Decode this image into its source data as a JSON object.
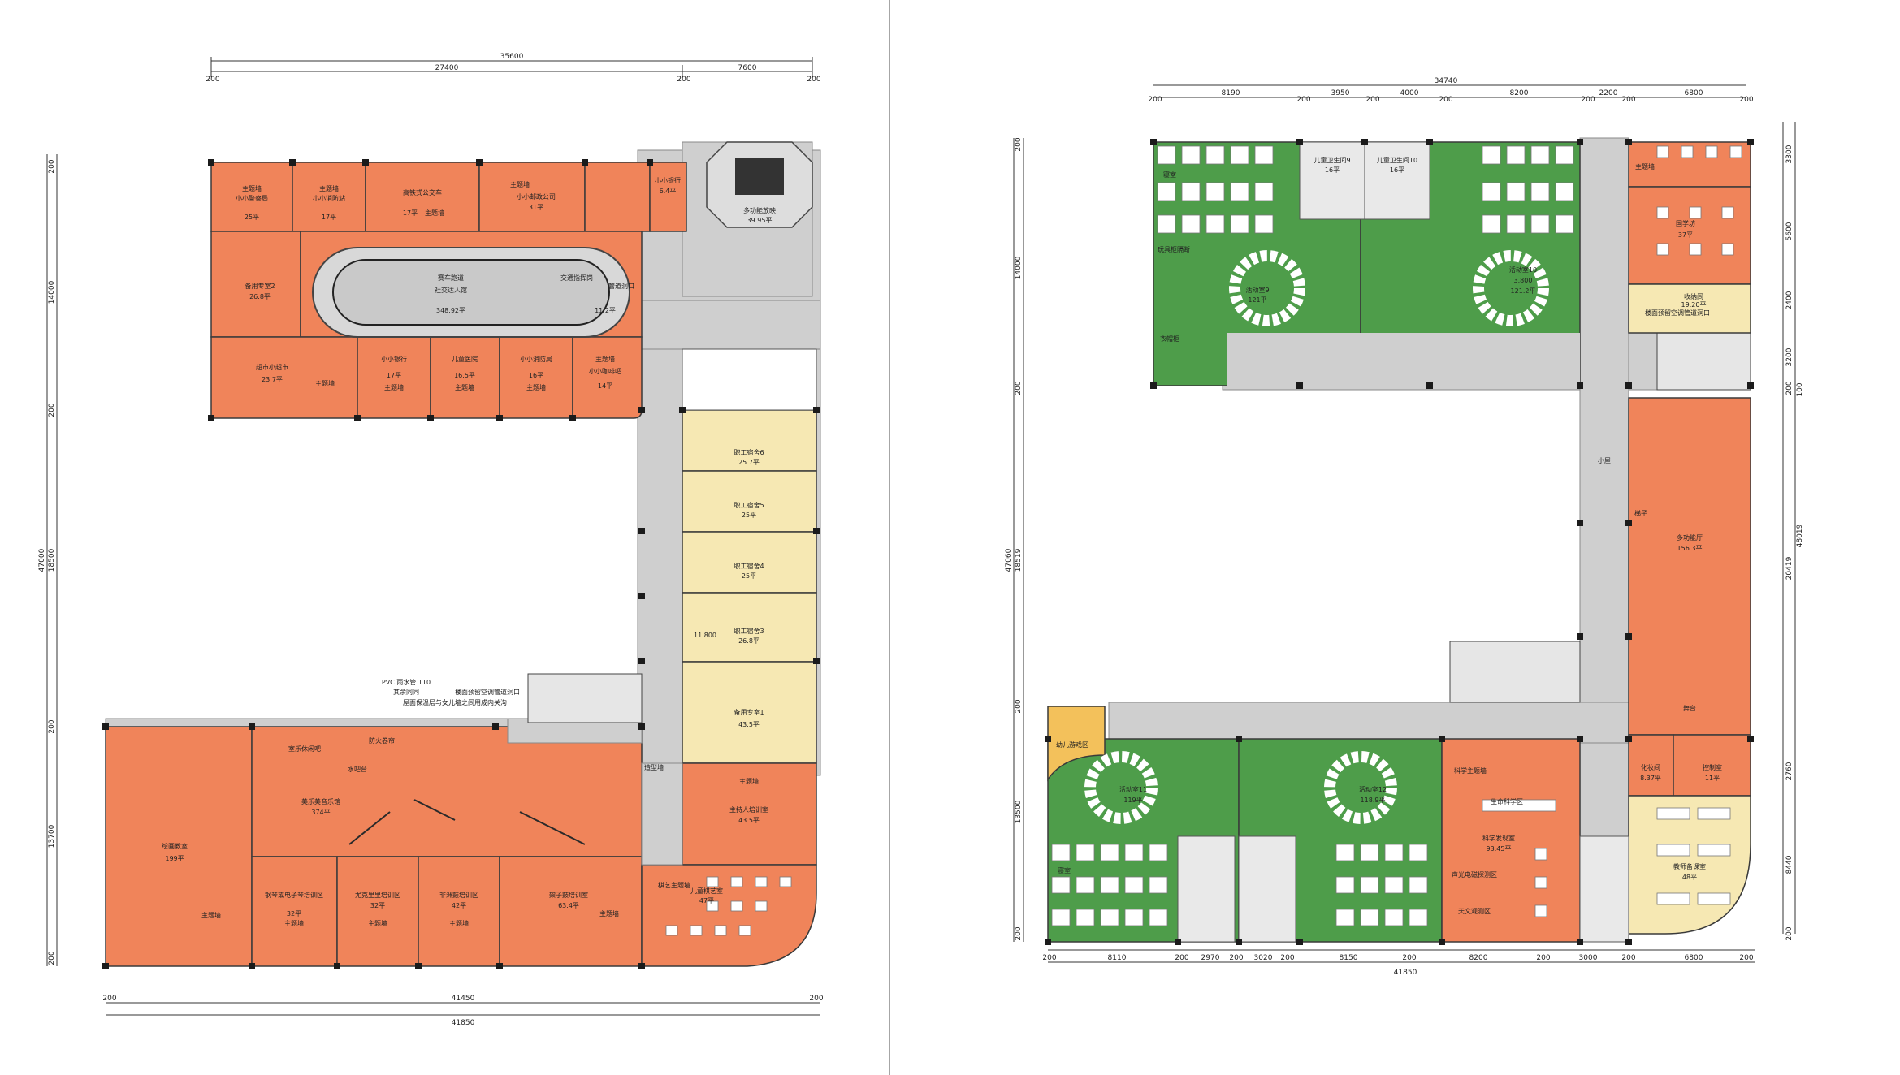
{
  "left_plan": {
    "dims_top": [
      "35600",
      "27400",
      "7600",
      "200",
      "200",
      "200"
    ],
    "dims_bottom": [
      "200",
      "41450",
      "200",
      "41850"
    ],
    "dims_left": [
      "14000",
      "47000",
      "18500",
      "13700",
      "200",
      "200",
      "200",
      "200"
    ],
    "rooms": [
      {
        "id": "r1",
        "label": "主题墙",
        "sub": "小小警察局",
        "area": "25平"
      },
      {
        "id": "r2",
        "label": "主题墙",
        "sub": "小小消防站",
        "area": "17平"
      },
      {
        "id": "r3",
        "label": "高铁式公交车",
        "sub": "主题墙",
        "area": "17平"
      },
      {
        "id": "r4",
        "label": "主题墙",
        "sub": "",
        "area": ""
      },
      {
        "id": "r5",
        "label": "小小邮政公司",
        "sub": "",
        "area": "31平"
      },
      {
        "id": "r6",
        "label": "小小银行",
        "sub": "",
        "area": "6.4平"
      },
      {
        "id": "r7",
        "label": "备用专室2",
        "sub": "",
        "area": "26.8平"
      },
      {
        "id": "r8",
        "label": "交通指挥岗",
        "sub": "",
        "area": "11.2平"
      },
      {
        "id": "r9",
        "label": "超市小超市",
        "sub": "",
        "area": "23.7平"
      },
      {
        "id": "r10",
        "label": "主题墙",
        "sub": "",
        "area": ""
      },
      {
        "id": "r11",
        "label": "小小银行",
        "sub": "主题墙",
        "area": "17平"
      },
      {
        "id": "r12",
        "label": "儿童医院",
        "sub": "主题墙",
        "area": "16.5平"
      },
      {
        "id": "r13",
        "label": "小小消防局",
        "sub": "主题墙",
        "area": "16平"
      },
      {
        "id": "r14",
        "label": "主题墙",
        "sub": "小小咖啡吧",
        "area": "14平"
      },
      {
        "id": "r15",
        "label": "职工宿舍6",
        "sub": "",
        "area": "25.7平"
      },
      {
        "id": "r16",
        "label": "职工宿舍5",
        "sub": "",
        "area": "25平"
      },
      {
        "id": "r17",
        "label": "职工宿舍4",
        "sub": "",
        "area": "25平"
      },
      {
        "id": "r18",
        "label": "职工宿舍3",
        "sub": "",
        "area": "26.8平"
      },
      {
        "id": "r19",
        "label": "备用专室1",
        "sub": "",
        "area": "43.5平"
      },
      {
        "id": "r20",
        "label": "室乐休闲吧",
        "sub": "",
        "area": ""
      },
      {
        "id": "r21",
        "label": "美乐美音乐馆",
        "sub": "",
        "area": "374平"
      },
      {
        "id": "r22",
        "label": "绘画教室",
        "sub": "主题墙",
        "area": "199平"
      },
      {
        "id": "r23",
        "label": "钢琴或电子琴培训区",
        "sub": "主题墙",
        "area": "32平"
      },
      {
        "id": "r24",
        "label": "尤克里里培训区",
        "sub": "主题墙",
        "area": "32平"
      },
      {
        "id": "r25",
        "label": "非洲鼓培训区",
        "sub": "主题墙",
        "area": "42平"
      },
      {
        "id": "r26",
        "label": "架子鼓培训室",
        "sub": "主题墙",
        "area": "63.4平"
      },
      {
        "id": "r27",
        "label": "主题墙",
        "sub": "主持人培训室",
        "area": "43.5平"
      },
      {
        "id": "r28",
        "label": "棋艺主题墙",
        "sub": "儿童棋艺室",
        "area": "47平"
      },
      {
        "id": "r29",
        "label": "多功能放映",
        "sub": "",
        "area": "39.95平"
      }
    ],
    "track_label": "赛车跑道",
    "track_sub": "社交达人馆",
    "track_area": "348.92平",
    "track_side": "交通指挥岗",
    "annotations": [
      "PVC 雨水管 110",
      "其余同同",
      "楼面预留空调管道洞口",
      "屋面保温层与女儿墙之间用成内关沟",
      "造型墙",
      "水吧台",
      "防火卷帘",
      "管道洞口",
      "11.800"
    ]
  },
  "right_plan": {
    "dims_top": [
      "34740",
      "200",
      "8190",
      "200",
      "3950",
      "200",
      "4000",
      "200",
      "8200",
      "200",
      "2200",
      "200",
      "6800",
      "200"
    ],
    "dims_bottom": [
      "200",
      "8110",
      "200",
      "2970",
      "200",
      "3020",
      "200",
      "8150",
      "200",
      "8200",
      "200",
      "3000",
      "200",
      "6800",
      "200",
      "41850"
    ],
    "dims_left": [
      "14000",
      "47060",
      "18519",
      "13500",
      "200",
      "200",
      "200",
      "200"
    ],
    "dims_right": [
      "3300",
      "5600",
      "2400",
      "3200",
      "200",
      "20419",
      "48019",
      "2760",
      "8440",
      "200",
      "100"
    ],
    "rooms": [
      {
        "id": "g1",
        "label": "活动室9",
        "area": "121平"
      },
      {
        "id": "g2",
        "label": "儿童卫生间9",
        "area": "16平"
      },
      {
        "id": "g3",
        "label": "儿童卫生间10",
        "area": "16平"
      },
      {
        "id": "g4",
        "label": "活动室10",
        "sub": "3.800",
        "area": "121.2平"
      },
      {
        "id": "o1",
        "label": "主题墙",
        "sub": "国学坊",
        "area": "37平"
      },
      {
        "id": "c1",
        "label": "收纳间",
        "sub": "楼面预留空调管道洞口",
        "area": "19.20平"
      },
      {
        "id": "o2",
        "label": "多功能厅",
        "sub": "",
        "area": "156.3平"
      },
      {
        "id": "o3",
        "label": "化妆间",
        "area": "8.37平"
      },
      {
        "id": "o4",
        "label": "控制室",
        "area": "11平"
      },
      {
        "id": "c2",
        "label": "教师备课室",
        "area": "48平"
      },
      {
        "id": "g5",
        "label": "活动室11",
        "area": "119平"
      },
      {
        "id": "g6",
        "label": "活动室12",
        "area": "118.9平"
      },
      {
        "id": "o5",
        "label": "科学主题墙",
        "sub": "科学发现室",
        "area": "93.45平"
      },
      {
        "id": "y1",
        "label": "幼儿游戏区",
        "area": ""
      }
    ],
    "small_labels": [
      "寝室",
      "衣帽柜",
      "玩具柜隔断",
      "小屋",
      "梯子",
      "舞台",
      "生命科学区",
      "声光电磁探测区",
      "天文观测区",
      "寝室"
    ]
  }
}
